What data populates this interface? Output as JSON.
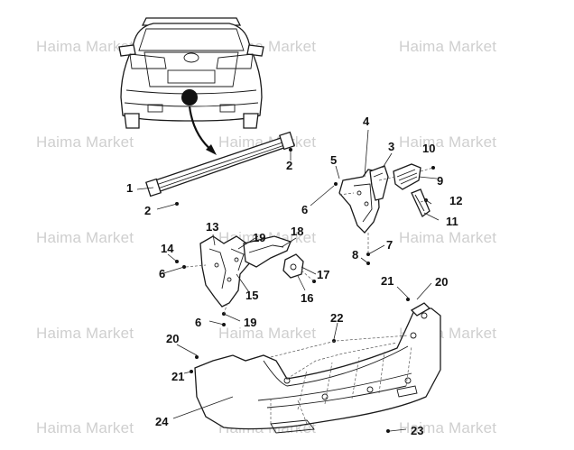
{
  "watermark": "Haima Market",
  "callouts": {
    "n1": "1",
    "n2a": "2",
    "n2b": "2",
    "n3": "3",
    "n4": "4",
    "n5": "5",
    "n6a": "6",
    "n6b": "6",
    "n6c": "6",
    "n7": "7",
    "n8": "8",
    "n9": "9",
    "n10": "10",
    "n11": "11",
    "n12": "12",
    "n13": "13",
    "n14": "14",
    "n15": "15",
    "n16": "16",
    "n17": "17",
    "n18": "18",
    "n19a": "19",
    "n19b": "19",
    "n20a": "20",
    "n20b": "20",
    "n21a": "21",
    "n21b": "21",
    "n22": "22",
    "n23": "23",
    "n24": "24"
  }
}
